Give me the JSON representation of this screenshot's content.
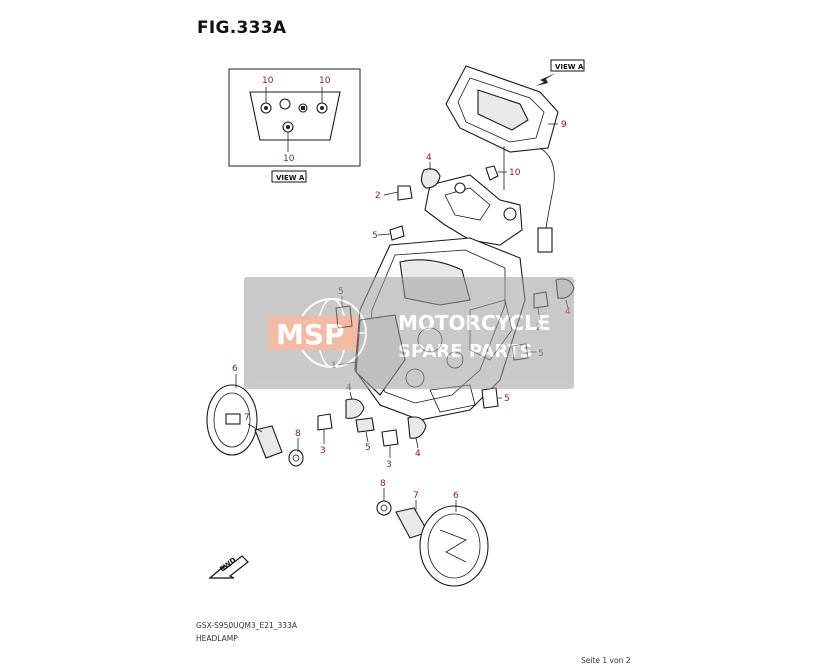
{
  "figure": {
    "title": "FIG.333A",
    "code": "GSX-S950UQM3_E21_333A",
    "name": "HEADLAMP",
    "page": "Seite 1 von 2"
  },
  "view_label": "VIEW A",
  "fwd_label": "FWD",
  "watermark": {
    "brand": "MSP",
    "line1": "MOTORCYCLE",
    "line2": "SPARE PARTS"
  },
  "callouts": {
    "inset_10a": "10",
    "inset_10b": "10",
    "inset_10c": "10",
    "c9": "9",
    "c10": "10",
    "c4_top": "4",
    "c2_top": "2",
    "c5_top": "5",
    "c5_left": "5",
    "c1": "1",
    "c4_right": "4",
    "c2_right": "2",
    "c5_right1": "5",
    "c5_right2": "5",
    "c6_left": "6",
    "c7_left": "7",
    "c8_left": "8",
    "c4_mid": "4",
    "c3_left": "3",
    "c5_mid": "5",
    "c3_mid": "3",
    "c4_low": "4",
    "c8_low": "8",
    "c7_low": "7",
    "c6_low": "6"
  }
}
